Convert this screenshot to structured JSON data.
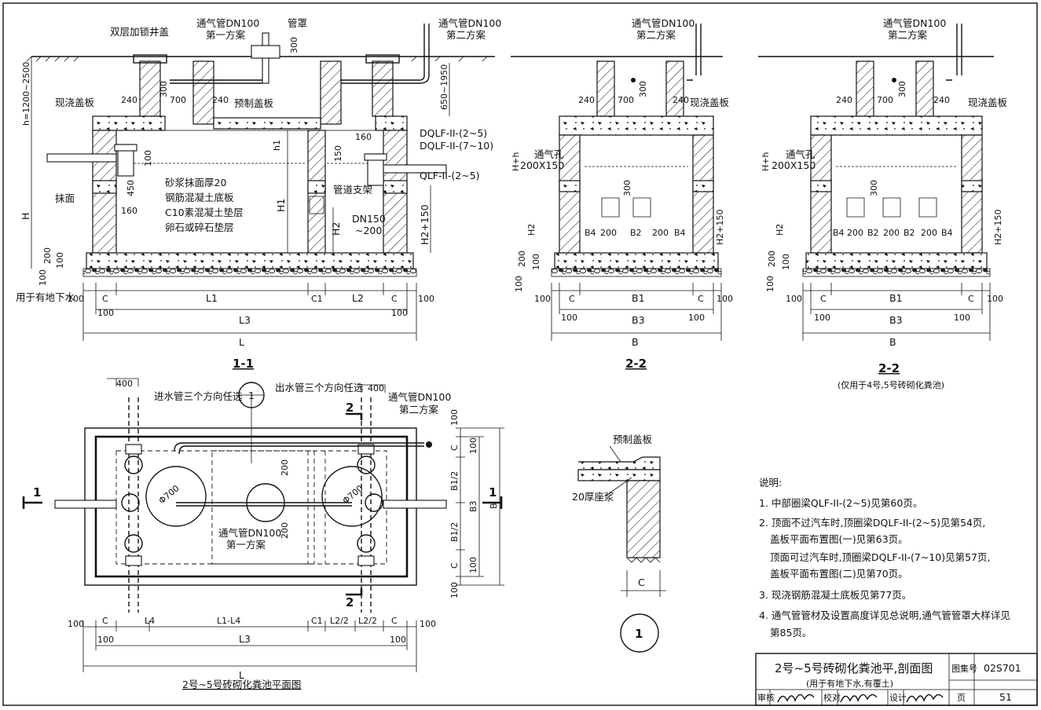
{
  "section_1_1": {
    "title": "1-1",
    "labels": {
      "double_lock_cover": "双层加锁井盖",
      "vent_pipe_1": "通气管DN100",
      "scheme_1": "第一方案",
      "pipe_cap": "管罩",
      "vent_pipe_2": "通气管DN100",
      "scheme_2": "第二方案",
      "cast_slab": "现浇盖板",
      "precast_slab": "预制盖板",
      "dqlf_a": "DQLF-II-(2~5)",
      "dqlf_b": "DQLF-II-(7~10)",
      "qlf": "QLF-II-(2~5)",
      "pipe_support": "管道支架",
      "dn150": "DN150",
      "dn150_range": "~200",
      "plaster": "抹面",
      "layer_1": "砂浆抹面厚20",
      "layer_2": "钢筋混凝土底板",
      "layer_3": "C10素混凝土垫层",
      "layer_4": "卵石或碎石垫层",
      "groundwater": "用于有地下水",
      "h_range": "h=1200~2500",
      "h": "H",
      "h1": "H1",
      "h2": "H2",
      "h2_150": "H2+150",
      "small_h1": "h1",
      "range_650": "650~1950",
      "d300a": "300",
      "d300b": "300",
      "d700": "700",
      "d240a": "240",
      "d240b": "240",
      "d160a": "160",
      "d160b": "160",
      "d100a": "100",
      "d450": "450",
      "d150": "150",
      "d200": "200",
      "d100b": "100",
      "d100c": "100",
      "dim_100_left": "100",
      "dim_c1": "C",
      "dim_l1": "L1",
      "dim_c1b": "C1",
      "dim_l2": "L2",
      "dim_c2": "C",
      "dim_100_right": "100",
      "dim_100_l3a": "100",
      "dim_l3": "L3",
      "dim_100_l3b": "100",
      "dim_l": "L"
    }
  },
  "section_2_2a": {
    "title": "2-2",
    "labels": {
      "vent_pipe": "通气管DN100",
      "scheme_2": "第二方案",
      "d240a": "240",
      "d700": "700",
      "d300": "300",
      "d240b": "240",
      "cast_slab": "现浇盖板",
      "vent_hole": "通气孔",
      "vent_hole_size": "200X150",
      "hh": "H+h",
      "h2": "H2",
      "h2_150": "H2+150",
      "d300v": "300",
      "b4a": "B4",
      "d200a": "200",
      "b2": "B2",
      "d200b": "200",
      "b4b": "B4",
      "d200v": "200",
      "d100v": "100",
      "d100v2": "100",
      "dim_100l": "100",
      "dim_c": "C",
      "dim_b1": "B1",
      "dim_c2": "C",
      "dim_100r": "100",
      "dim_100a": "100",
      "dim_b3": "B3",
      "dim_100b": "100",
      "dim_b": "B"
    }
  },
  "section_2_2b": {
    "title": "2-2",
    "subtitle": "(仅用于4号,5号砖砌化粪池)",
    "labels": {
      "vent_pipe": "通气管DN100",
      "scheme_2": "第二方案",
      "d240a": "240",
      "d700": "700",
      "d300": "300",
      "d240b": "240",
      "cast_slab": "现浇盖板",
      "vent_hole": "通气孔",
      "vent_hole_size": "200X150",
      "hh": "H+h",
      "h2": "H2",
      "h2_150": "H2+150",
      "d300v": "300",
      "b4a": "B4",
      "d200a": "200",
      "b2a": "B2",
      "d200b": "200",
      "b2b": "B2",
      "d200c": "200",
      "b4b": "B4",
      "d200v": "200",
      "d100v": "100",
      "d100v2": "100",
      "dim_100l": "100",
      "dim_c": "C",
      "dim_b1": "B1",
      "dim_c2": "C",
      "dim_100r": "100",
      "dim_100a": "100",
      "dim_b3": "B3",
      "dim_100b": "100",
      "dim_b": "B"
    }
  },
  "plan": {
    "title": "2号~5号砖砌化粪池平面图",
    "labels": {
      "d400a": "400",
      "inlet": "进水管三个方向任选",
      "outlet": "出水管三个方向任选",
      "d400b": "400",
      "vent_pipe": "通气管DN100",
      "scheme_2": "第二方案",
      "vent_pipe_1": "通气管DN100",
      "scheme_1": "第一方案",
      "phi_a": "Φ700",
      "phi_b": "Φ700",
      "d200a": "200",
      "d200b": "200",
      "sec_1_left": "1",
      "sec_1_right": "1",
      "sec_2_top": "2",
      "sec_2_bottom": "2",
      "circle_1": "1",
      "dim_100t": "100",
      "dim_ct": "C",
      "dim_b1a": "B1/2",
      "dim_b1b": "B1/2",
      "dim_cb": "C",
      "dim_100b": "100",
      "dim_100v1": "100",
      "dim_100v2": "100",
      "dim_b3": "B3",
      "dim_b": "B",
      "dim_100l": "100",
      "dim_c": "C",
      "dim_l4": "L4",
      "dim_l1l4": "L1-L4",
      "dim_c1": "C1",
      "dim_l2a": "L2/2",
      "dim_l2b": "L2/2",
      "dim_c2": "C",
      "dim_100r": "100",
      "dim_100a": "100",
      "dim_l3": "L3",
      "dim_100c": "100",
      "dim_l": "L"
    }
  },
  "detail_1": {
    "precast": "预制盖板",
    "mortar": "20厚座浆",
    "dim_c": "C",
    "mark": "1"
  },
  "notes": {
    "heading": "说明:",
    "n1": "1. 中部圈梁QLF-II-(2~5)见第60页。",
    "n2a": "2. 顶面不过汽车时,顶圈梁DQLF-II-(2~5)见第54页,",
    "n2b": "盖板平面布置图(一)见第63页。",
    "n2c": "顶面可过汽车时,顶圈梁DQLF-II-(7~10)见第57页,",
    "n2d": "盖板平面布置图(二)见第70页。",
    "n3": "3. 现浇钢筋混凝土底板见第77页。",
    "n4a": "4. 通气管管材及设置高度详见总说明,通气管管罩大样详见",
    "n4b": "第85页。"
  },
  "title_block": {
    "title": "2号~5号砖砌化粪池平,剖面图",
    "subtitle": "(用于有地下水,有覆土)",
    "atlas_label": "图集号",
    "atlas_no": "02S701",
    "review": "审核",
    "check": "校对",
    "design": "设计",
    "page_label": "页",
    "page_no": "51"
  }
}
